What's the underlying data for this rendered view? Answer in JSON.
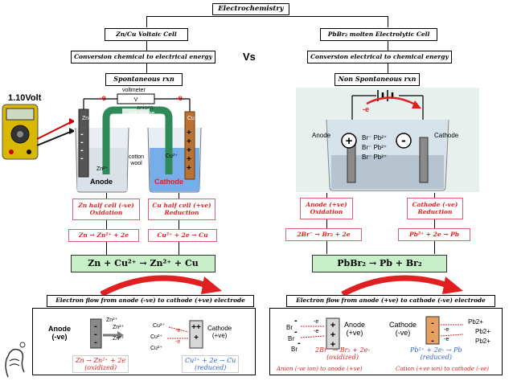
{
  "title": "Electrochemistry",
  "vs": "Vs",
  "left": {
    "cell_title": "Zn/Cu Voltaic Cell",
    "conversion": "Conversion chemical to electrical energy",
    "rxn": "Spontaneous rxn",
    "voltmeter_reading": "1.10Volt",
    "labels": {
      "voltmeter": "voltmeter",
      "electron": "-e",
      "anions": "anions",
      "salt_bridge": "salt bridge",
      "zn": "Zn",
      "cu": "Cu",
      "zn2": "Zn²⁺",
      "cu2": "Cu²⁺",
      "cotton": "cotton\nwool",
      "anode": "Anode",
      "cathode": "Cathode"
    },
    "half_anode": {
      "line1": "Zn half cell (-ve)",
      "line2": "Oxidation"
    },
    "half_cathode": {
      "line1": "Cu half cell (+ve)",
      "line2": "Reduction"
    },
    "eq_anode": "Zn → Zn²⁺ + 2e",
    "eq_cathode": "Cu²⁺ + 2e → Cu",
    "overall": "Zn + Cu²⁺ → Zn²⁺ + Cu",
    "electron_flow": "Electron flow from anode (-ve) to cathode (+ve) electrode",
    "bottom": {
      "anode_label": "Anode\n(-ve)",
      "cathode_label": "Cathode\n(+ve)",
      "zn_ions": [
        "Zn²⁺",
        "Zn²⁺",
        "Zn²⁺"
      ],
      "cu_ions": [
        "Cu²⁺",
        "Cu²⁺",
        "Cu²⁺"
      ],
      "eq_anode": "Zn → Zn²⁺ + 2e\n(oxidized)",
      "eq_cathode": "Cu²⁺ + 2e → Cu\n(reduced)"
    }
  },
  "right": {
    "cell_title": "PbBr₂ molten Electrolytic Cell",
    "conversion": "Conversion electrical to chemical energy",
    "rxn": "Non Spontaneous rxn",
    "labels": {
      "electron": "-e",
      "anode": "Anode",
      "cathode": "Cathode",
      "ions": [
        "Br⁻ Pb²⁺",
        "Br⁻ Pb²⁺",
        "Br⁻ Pb²⁺"
      ]
    },
    "half_anode": {
      "line1": "Anode (+ve)",
      "line2": "Oxidation"
    },
    "half_cathode": {
      "line1": "Cathode (-ve)",
      "line2": "Reduction"
    },
    "eq_anode": "2Br⁻ → Br₂ + 2e",
    "eq_cathode": "Pb²⁺ + 2e → Pb",
    "overall": "PbBr₂ → Pb + Br₂",
    "electron_flow": "Electron flow from anode (+ve) to cathode (-ve) electrode",
    "bottom": {
      "anode_label": "Anode\n(+ve)",
      "cathode_label": "Cathode\n(-ve)",
      "br_ions": [
        "Br",
        "Br",
        "Br"
      ],
      "pb_ions": [
        "Pb2+",
        "Pb2+",
        "Pb2+"
      ],
      "eq_anode": "2Br⁻ → Br₂ + 2e-\n(oxidized)",
      "eq_cathode": "Pb²⁺ + 2e- → Pb\n(reduced)",
      "anion_note": "Anion (-ve ion) to anode (+ve)",
      "cation_note": "Cation (+ve ion) to cathode (-ve)"
    }
  },
  "colors": {
    "green_box": "#c8f0c8",
    "red": "#e02020",
    "electrode_zn": "#555555",
    "electrode_cu": "#b87333",
    "solution_cu": "#6aa6e8"
  }
}
